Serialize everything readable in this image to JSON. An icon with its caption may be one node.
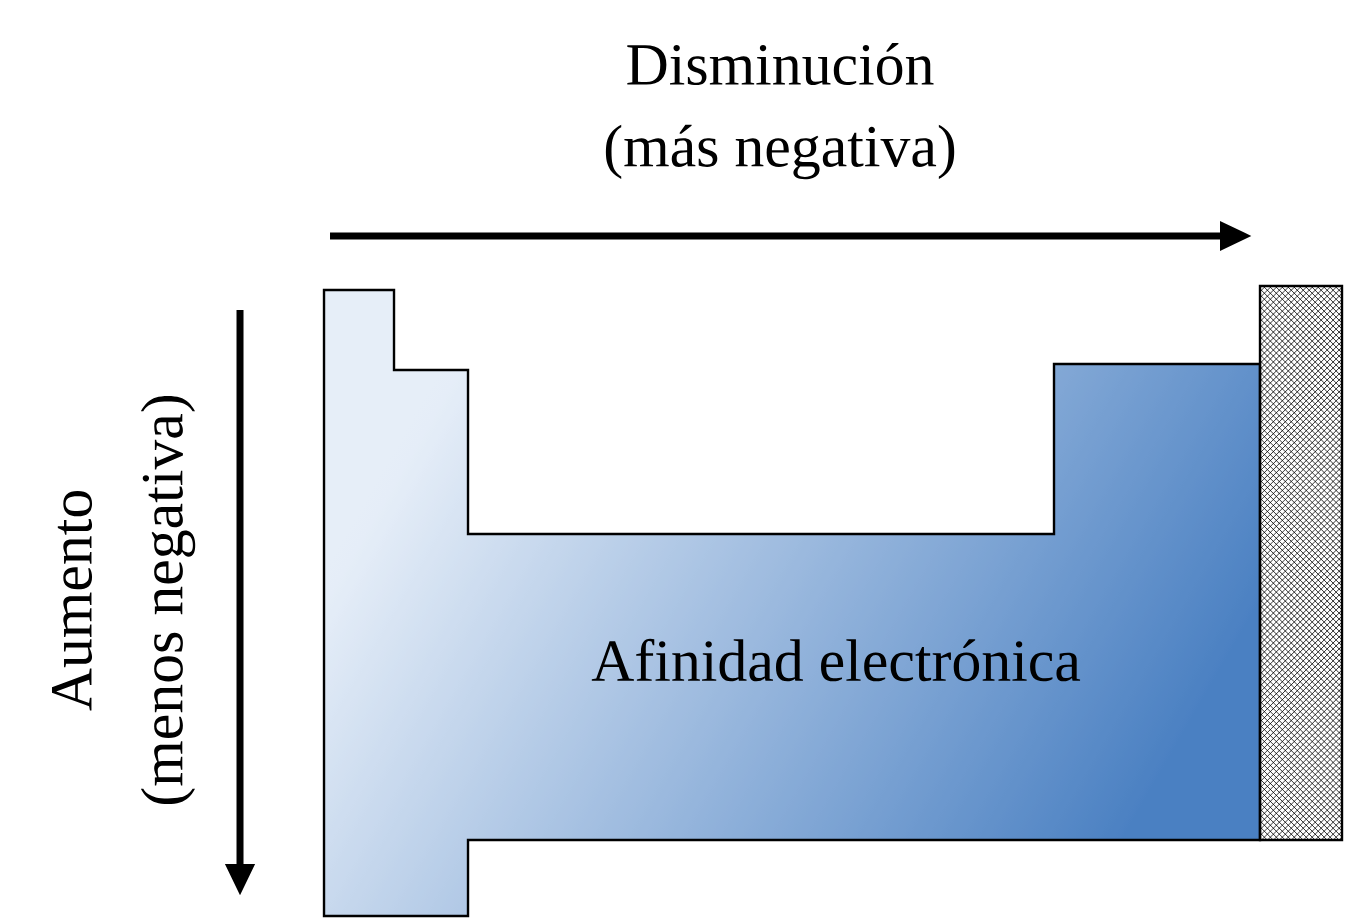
{
  "diagram": {
    "nodes": [
      {
        "text": [
          "Afinidad electrónica"
        ]
      },
      {
        "text": [],
        "shape": "box"
      }
    ],
    "labels": [
      "Disminución",
      "(más negativa)",
      "Aumento",
      "(menos negativa)"
    ]
  }
}
